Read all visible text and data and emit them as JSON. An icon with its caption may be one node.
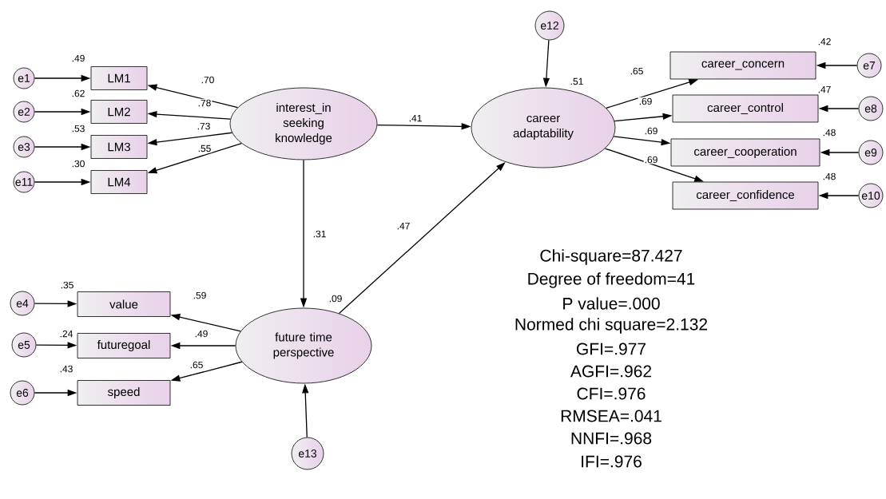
{
  "diagram": {
    "nodes": [
      {
        "text": [
          "e1"
        ]
      },
      {
        "text": [
          "LM1"
        ],
        "beside": [
          ".49"
        ]
      },
      {
        "text": [
          "e2"
        ]
      },
      {
        "text": [
          "LM2"
        ],
        "beside": [
          ".62"
        ]
      },
      {
        "text": [
          "e3"
        ]
      },
      {
        "text": [
          "LM3"
        ],
        "beside": [
          ".53"
        ]
      },
      {
        "text": [
          "e11"
        ]
      },
      {
        "text": [
          "LM4"
        ],
        "beside": [
          ".30"
        ]
      },
      {
        "text": [
          "interest_in seeking knowledge"
        ]
      },
      {
        "text": [
          "e12"
        ]
      },
      {
        "text": [
          "career adaptability"
        ],
        "beside": [
          ".51"
        ]
      },
      {
        "text": [
          "career_concern"
        ],
        "beside": [
          ".42"
        ]
      },
      {
        "text": [
          "e7"
        ]
      },
      {
        "text": [
          "career_control"
        ],
        "beside": [
          ".47"
        ]
      },
      {
        "text": [
          "e8"
        ]
      },
      {
        "text": [
          "career_cooperation"
        ],
        "beside": [
          ".48"
        ]
      },
      {
        "text": [
          "e9"
        ]
      },
      {
        "text": [
          "career_confidence"
        ],
        "beside": [
          ".48"
        ]
      },
      {
        "text": [
          "e10"
        ]
      },
      {
        "text": [
          "e4"
        ]
      },
      {
        "text": [
          "value"
        ],
        "beside": [
          ".35"
        ]
      },
      {
        "text": [
          "e5"
        ]
      },
      {
        "text": [
          "futuregoal"
        ],
        "beside": [
          ".24"
        ]
      },
      {
        "text": [
          "e6"
        ]
      },
      {
        "text": [
          "speed"
        ],
        "beside": [
          ".43"
        ]
      },
      {
        "text": [
          "future time perspective"
        ],
        "beside": [
          ".09"
        ]
      },
      {
        "text": [
          "e13"
        ]
      }
    ],
    "edges": [
      {
        "from": 0,
        "to": 1,
        "arrow": "to"
      },
      {
        "from": 2,
        "to": 3,
        "arrow": "to"
      },
      {
        "from": 4,
        "to": 5,
        "arrow": "to"
      },
      {
        "from": 6,
        "to": 7,
        "arrow": "to"
      },
      {
        "from": 8,
        "to": 1,
        "arrow": "to",
        "label": ".70"
      },
      {
        "from": 8,
        "to": 3,
        "arrow": "to",
        "label": ".78"
      },
      {
        "from": 8,
        "to": 5,
        "arrow": "to",
        "label": ".73"
      },
      {
        "from": 8,
        "to": 7,
        "arrow": "to",
        "label": ".55"
      },
      {
        "from": 8,
        "to": 10,
        "arrow": "to",
        "label": ".41"
      },
      {
        "from": 9,
        "to": 10,
        "arrow": "to"
      },
      {
        "from": 10,
        "to": 11,
        "arrow": "to",
        "label": ".65"
      },
      {
        "from": 10,
        "to": 13,
        "arrow": "to",
        "label": ".69"
      },
      {
        "from": 10,
        "to": 15,
        "arrow": "to",
        "label": ".69"
      },
      {
        "from": 10,
        "to": 17,
        "arrow": "to",
        "label": ".69"
      },
      {
        "from": 12,
        "to": 11,
        "arrow": "to"
      },
      {
        "from": 14,
        "to": 13,
        "arrow": "to"
      },
      {
        "from": 16,
        "to": 15,
        "arrow": "to"
      },
      {
        "from": 18,
        "to": 17,
        "arrow": "to"
      },
      {
        "from": 8,
        "to": 25,
        "arrow": "to",
        "label": ".31"
      },
      {
        "from": 25,
        "to": 10,
        "arrow": "to",
        "label": ".47"
      },
      {
        "from": 19,
        "to": 20,
        "arrow": "to"
      },
      {
        "from": 21,
        "to": 22,
        "arrow": "to"
      },
      {
        "from": 23,
        "to": 24,
        "arrow": "to"
      },
      {
        "from": 25,
        "to": 20,
        "arrow": "to",
        "label": ".59"
      },
      {
        "from": 25,
        "to": 22,
        "arrow": "to",
        "label": ".49"
      },
      {
        "from": 25,
        "to": 24,
        "arrow": "to",
        "label": ".65"
      },
      {
        "from": 26,
        "to": 25,
        "arrow": "to"
      }
    ],
    "labels": [
      "Chi-square=87.427",
      "Degree of freedom=41",
      "P value=.000",
      "Normed chi square=2.132",
      "GFI=.977",
      "AGFI=.962",
      "CFI=.976",
      "RMSEA=.041",
      "NNFI=.968",
      "IFI=.976"
    ]
  }
}
